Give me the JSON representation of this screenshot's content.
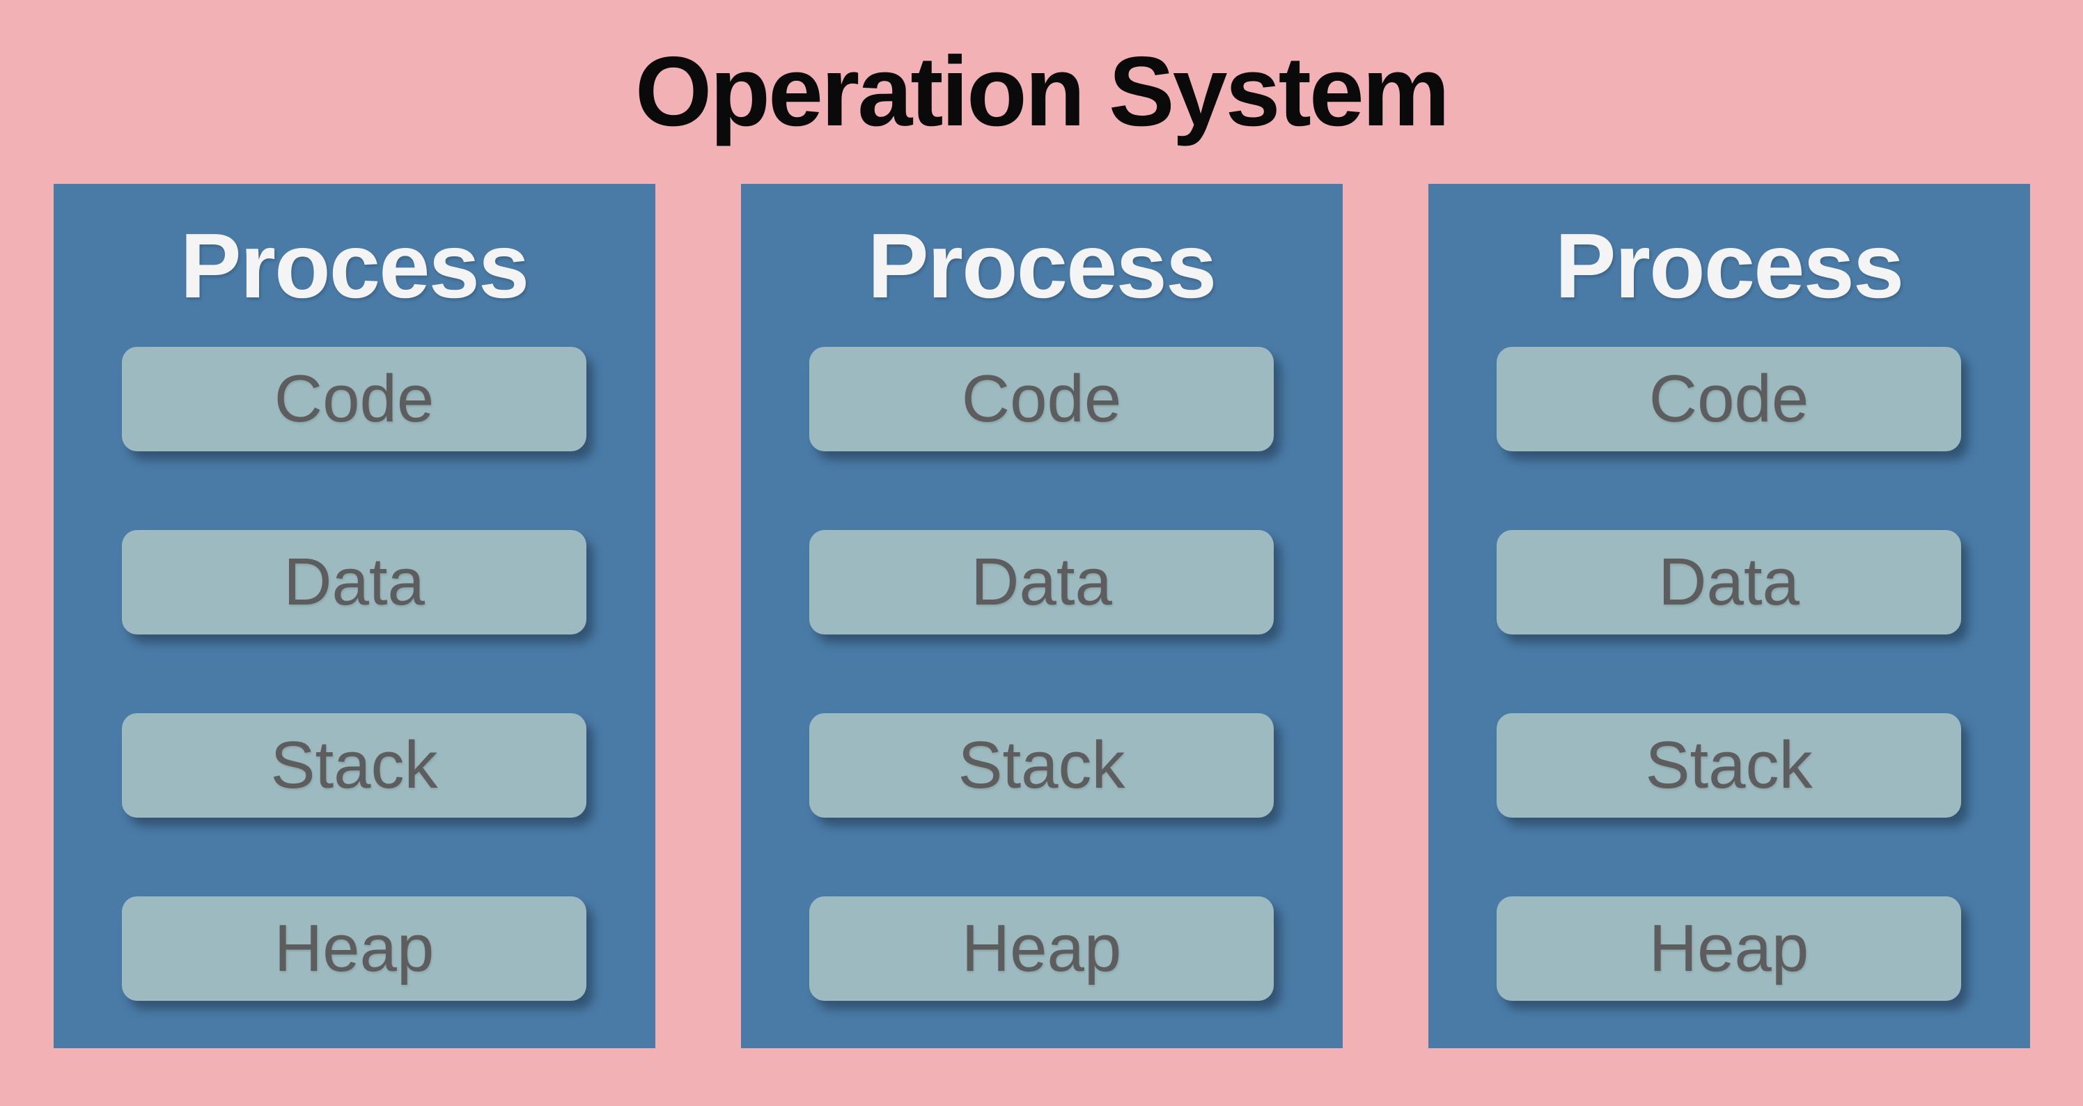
{
  "title": "Operation System",
  "processes": [
    {
      "title": "Process",
      "segments": [
        "Code",
        "Data",
        "Stack",
        "Heap"
      ]
    },
    {
      "title": "Process",
      "segments": [
        "Code",
        "Data",
        "Stack",
        "Heap"
      ]
    },
    {
      "title": "Process",
      "segments": [
        "Code",
        "Data",
        "Stack",
        "Heap"
      ]
    }
  ],
  "colors": {
    "background": "#f2b1b4",
    "process_fill": "#4a7ba7",
    "process_title_text": "#f4f4f4",
    "segment_fill": "#9cbac0",
    "segment_text": "#5d5d5d",
    "segment_shadow": "rgba(20,35,50,0.45)",
    "title_text": "#0a0a0a"
  }
}
